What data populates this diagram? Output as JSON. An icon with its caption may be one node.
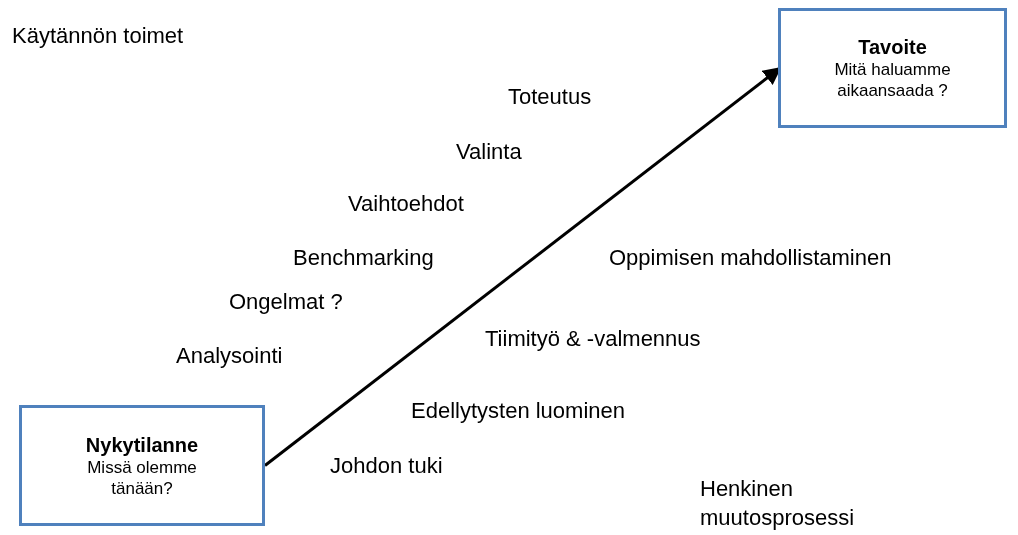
{
  "diagram": {
    "nodes": [
      {
        "text": [
          "Nykytilanne",
          "Missä olemme tänään?"
        ]
      },
      {
        "text": [
          "Tavoite",
          "Mitä haluamme aikaansaada ?"
        ]
      }
    ],
    "edges": [
      {
        "from": 0,
        "to": 1,
        "arrow": "to"
      }
    ],
    "labels": [
      "Käytännön toimet",
      "Toteutus",
      "Valinta",
      "Vaihtoehdot",
      "Benchmarking",
      "Oppimisen mahdollistaminen",
      "Ongelmat ?",
      "Tiimityö & -valmennus",
      "Analysointi",
      "Edellytysten luominen",
      "Johdon tuki",
      "Henkinen muutosprosessi"
    ]
  }
}
